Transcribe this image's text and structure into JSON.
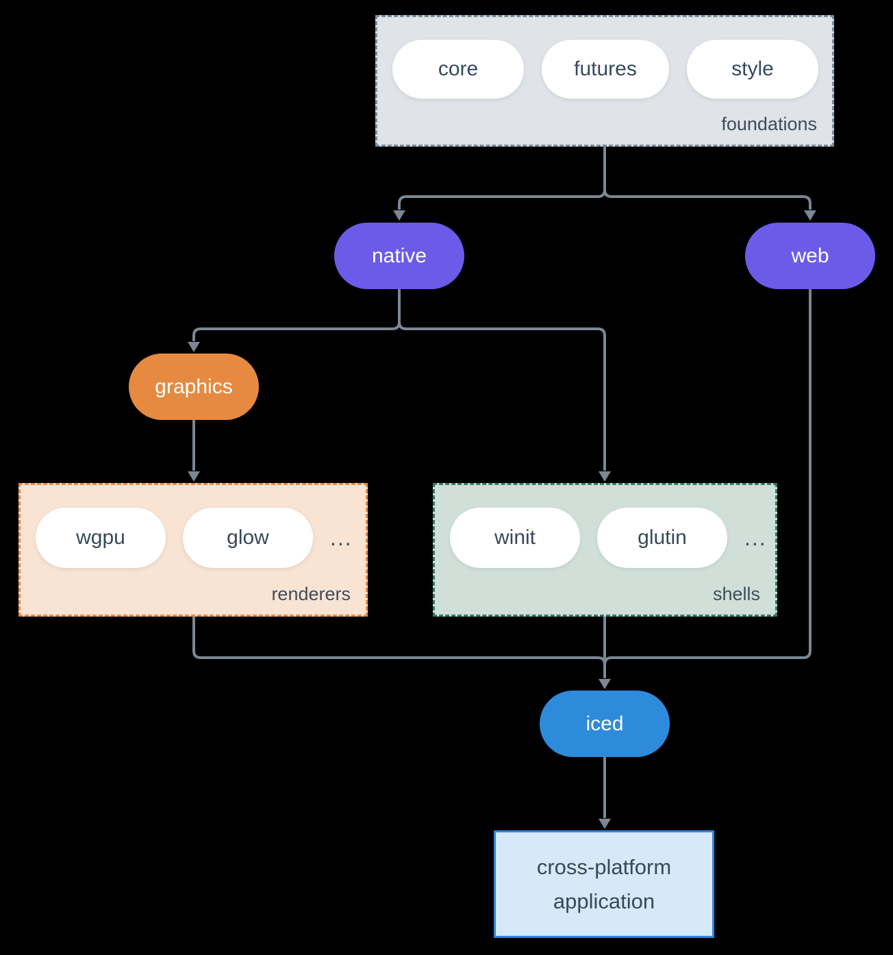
{
  "diagram": {
    "foundations": {
      "label": "foundations",
      "pills": [
        "core",
        "futures",
        "style"
      ]
    },
    "native": {
      "label": "native"
    },
    "web": {
      "label": "web"
    },
    "graphics": {
      "label": "graphics"
    },
    "renderers": {
      "label": "renderers",
      "pills": [
        "wgpu",
        "glow"
      ],
      "ellipsis": "..."
    },
    "shells": {
      "label": "shells",
      "pills": [
        "winit",
        "glutin"
      ],
      "ellipsis": "..."
    },
    "iced": {
      "label": "iced"
    },
    "application": {
      "label": "cross-platform application"
    },
    "colors": {
      "background": "#000000",
      "connector": "#7b8794",
      "pill_text": "#36495c",
      "purple_accent": "#6b5be8",
      "orange_accent": "#e58a40",
      "blue_accent": "#2e8bdb",
      "foundations_fill": "#e0e3e7",
      "foundations_border": "#7b8c9b",
      "renderers_fill": "#f9e3d3",
      "renderers_border": "#e58a40",
      "shells_fill": "#d0e0d9",
      "shells_border": "#2e7d68",
      "application_fill": "#d7e8f8",
      "application_border": "#2e86d8"
    }
  }
}
